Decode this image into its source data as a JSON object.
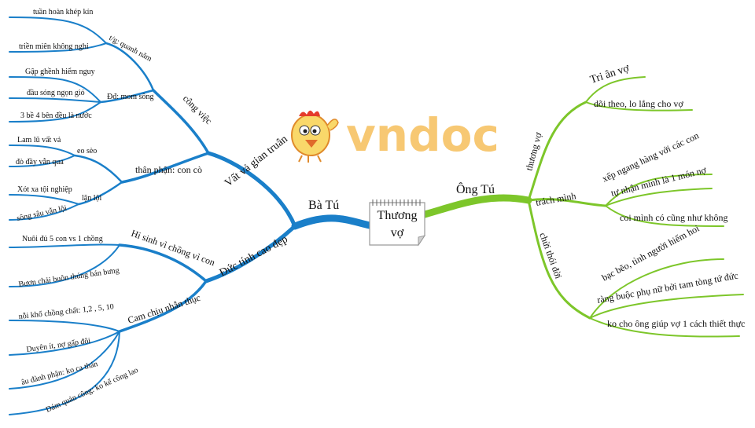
{
  "center": {
    "line1": "Thương",
    "line2": "vợ"
  },
  "logo": {
    "text": "vndoc",
    "mascot": "chicken-mascot-icon"
  },
  "colors": {
    "left_branch": "#1a7fc9",
    "right_branch": "#7dc62a",
    "note": "#ffffff",
    "logo": "#f7c873"
  },
  "left": {
    "main": "Bà Tú",
    "group1": {
      "label": "Vất vả gian truân",
      "sub1": {
        "label": "công việc",
        "a": {
          "label": "t/g: quanh năm",
          "items": [
            "tuần hoàn khép kín",
            "triền miên không nghỉ"
          ]
        },
        "b": {
          "label": "Đđ: mom sông",
          "items": [
            "Gập ghềnh hiểm nguy",
            "đầu sóng ngọn gió",
            "3 bề 4 bên đều là nước"
          ]
        }
      },
      "sub2": {
        "label": "thân phận: con cò",
        "a": {
          "label": "eo sèo",
          "items": [
            "Lam lũ vất vả",
            "đò đầy vẫn qua"
          ]
        },
        "b": {
          "label": "lặn lội",
          "items": [
            "Xót xa tội nghiệp",
            "sông sâu vẫn lội"
          ]
        }
      }
    },
    "group2": {
      "label": "Đức tính cao đẹp",
      "sub1": {
        "label": "Hi sinh vì chồng vì con",
        "items": [
          "Nuôi đủ 5 con vs 1 chồng",
          "Bươn chải buôn thúng bán bưng"
        ]
      },
      "sub2": {
        "label": "Cam chịu nhẫn thục",
        "items": [
          "nỗi khổ chồng chất: 1,2 , 5, 10",
          "Duyên ít, nợ gấp đôi",
          "âu đành phận: ko ca thán",
          "Dám quản công: ko kể công lao"
        ]
      }
    }
  },
  "right": {
    "main": "Ông Tú",
    "b1": {
      "label": "thương vợ",
      "items": [
        "Tri ân vợ",
        "dõi theo, lo lắng cho vợ"
      ]
    },
    "b2": {
      "label": "trách mình",
      "items": [
        "xếp ngang hàng với các con",
        "tự nhận mình là 1 món nợ",
        "coi mình có cũng như không"
      ]
    },
    "b3": {
      "label": "chửi thói đời",
      "items": [
        "bạc bẽo, tình người hiếm hoi",
        "ràng buộc phụ nữ bởi tam tòng tứ đức",
        "ko cho ông giúp vợ 1 cách thiết thực"
      ]
    }
  }
}
